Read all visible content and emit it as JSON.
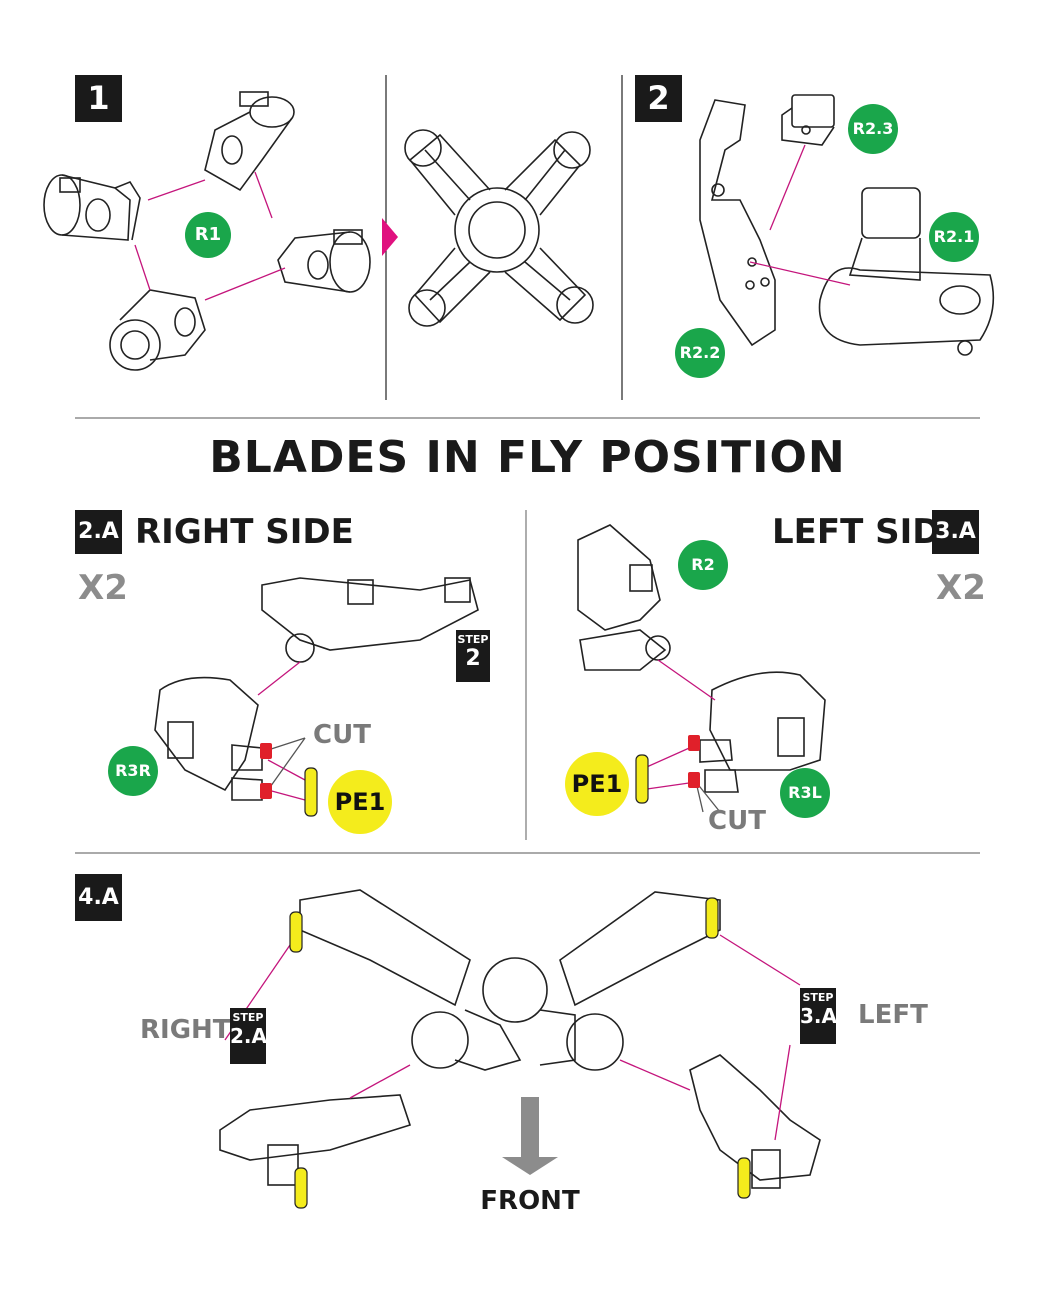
{
  "colors": {
    "callout_green": "#1aa64b",
    "part_yellow": "#f4ec1c",
    "leader_magenta": "#c4157c",
    "arrow_magenta": "#e0117f",
    "cut_red": "#e0202a"
  },
  "step1": {
    "number": "1",
    "callout": "R1"
  },
  "step2": {
    "number": "2",
    "callouts": [
      "R2.3",
      "R2.1",
      "R2.2"
    ]
  },
  "heading": "BLADES IN FLY POSITION",
  "right_side": {
    "step": "2.A",
    "title": "RIGHT SIDE",
    "qty": "X2",
    "ref_step_word": "STEP",
    "ref_step_num": "2",
    "cut_label": "CUT",
    "part": "PE1",
    "callout": "R3R"
  },
  "left_side": {
    "step": "3.A",
    "title": "LEFT SIDE",
    "qty": "X2",
    "callout_top": "R2",
    "cut_label": "CUT",
    "part": "PE1",
    "callout": "R3L"
  },
  "step4": {
    "number": "4.A",
    "right_label": "RIGHT",
    "left_label": "LEFT",
    "ref_right_word": "STEP",
    "ref_right_num": "2.A",
    "ref_left_word": "STEP",
    "ref_left_num": "3.A",
    "front_label": "FRONT"
  }
}
